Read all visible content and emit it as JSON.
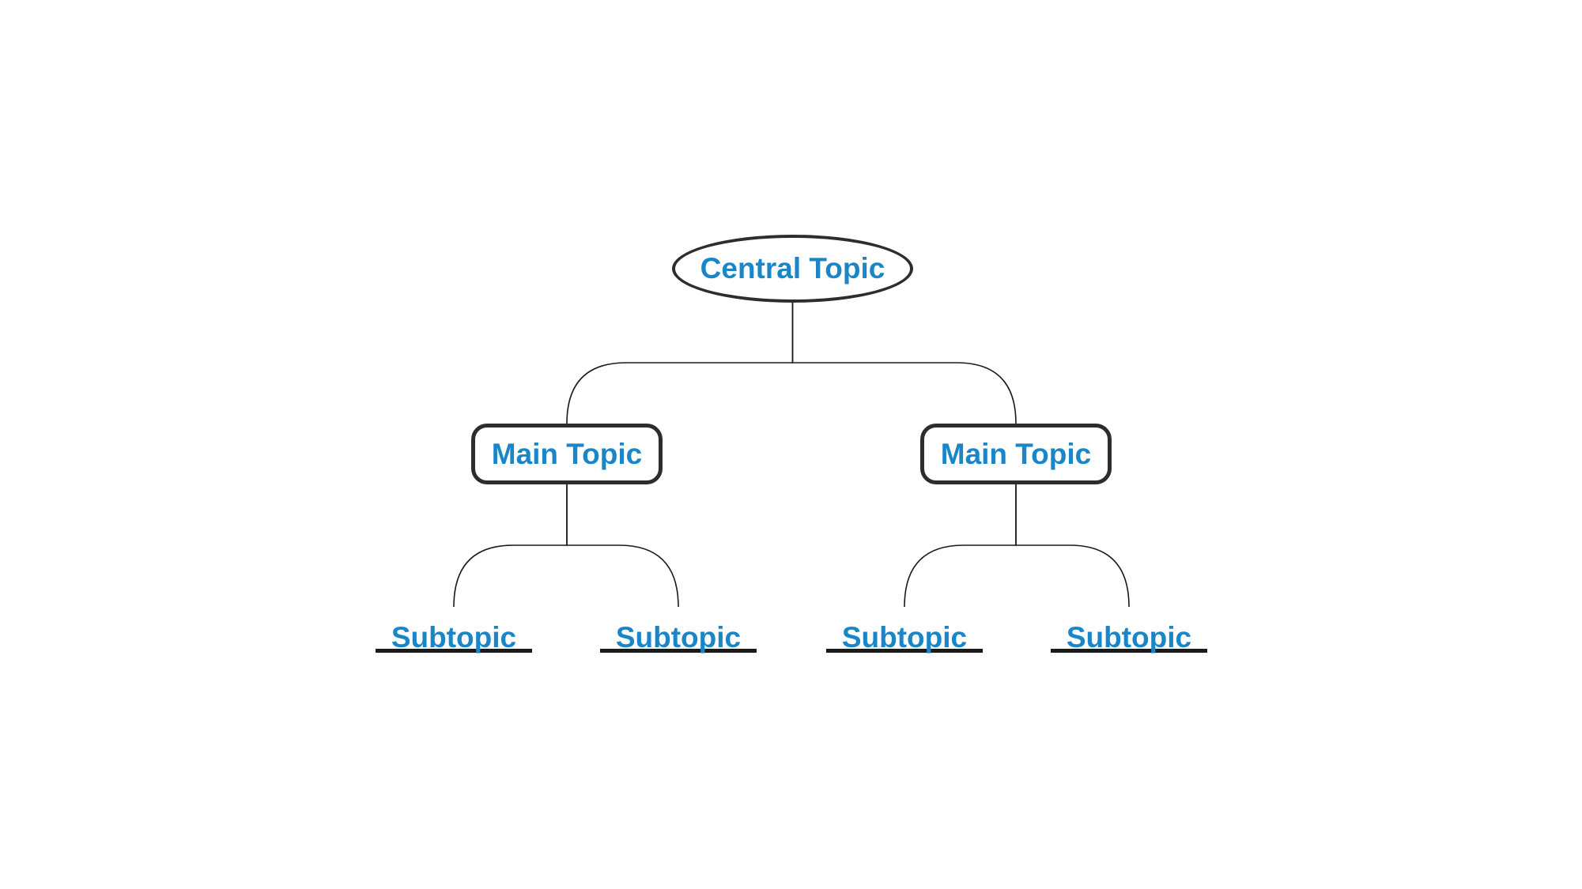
{
  "diagram": {
    "type": "mindmap",
    "central": {
      "label": "Central Topic"
    },
    "branches": [
      {
        "label": "Main Topic",
        "children": [
          {
            "label": "Subtopic"
          },
          {
            "label": "Subtopic"
          }
        ]
      },
      {
        "label": "Main Topic",
        "children": [
          {
            "label": "Subtopic"
          },
          {
            "label": "Subtopic"
          }
        ]
      }
    ],
    "colors": {
      "label_text": "#1A86C8",
      "shape_stroke": "#2D2D2D",
      "connector_stroke": "#1A1A1A",
      "background": "#FFFFFF"
    }
  }
}
